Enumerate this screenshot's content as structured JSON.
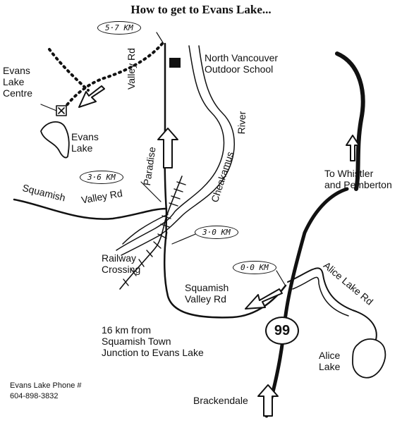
{
  "title": "How to get to Evans Lake...",
  "markers": {
    "km_57": "5·7 KM",
    "km_36": "3·6 KM",
    "km_30": "3·0 KM",
    "km_00": "0·0 KM"
  },
  "labels": {
    "nvos_line1": "North Vancouver",
    "nvos_line2": "Outdoor School",
    "centre_line1": "Evans",
    "centre_line2": "Lake",
    "centre_line3": "Centre",
    "evans_lake_line1": "Evans",
    "evans_lake_line2": "Lake",
    "valley_rd": "Valley Rd",
    "paradise": "Paradise",
    "cheakamus": "Cheakamus",
    "river": "River",
    "squamish_valley_top_1": "Squamish",
    "squamish_valley_top_2": "Valley Rd",
    "railway_line1": "Railway",
    "railway_line2": "Crossing",
    "squamish_valley_bottom_1": "Squamish",
    "squamish_valley_bottom_2": "Valley Rd",
    "whistler_line1": "To Whistler",
    "whistler_line2": "and Pemberton",
    "alice_lake_rd": "Alice Lake Rd",
    "alice_lake_line1": "Alice",
    "alice_lake_line2": "Lake",
    "brackendale": "Brackendale",
    "distance_line1": "16 km from",
    "distance_line2": "Squamish Town",
    "distance_line3": "Junction to Evans Lake",
    "highway_number": "99"
  },
  "phone": {
    "line1": "Evans Lake Phone #",
    "line2": "604-898-3832"
  },
  "colors": {
    "ink": "#111111",
    "paper": "#ffffff"
  }
}
